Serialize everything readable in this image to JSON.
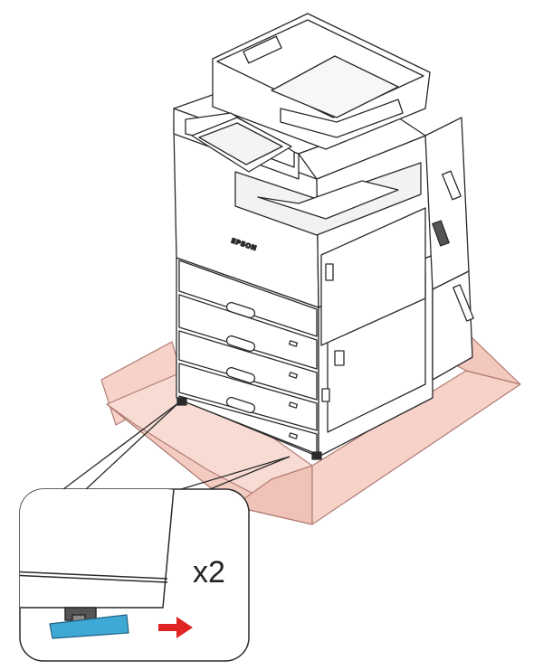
{
  "diagram": {
    "brand_text": "EPSON",
    "callout": {
      "count_label": "x2",
      "direction_arrow": "right-arrow",
      "arrow_color": "#e02424",
      "lock_color": "#3fa9d6"
    },
    "colors": {
      "box": "#f6d2c9",
      "box_edge": "#b07c73",
      "outline": "#2a2a2a",
      "body": "#ffffff",
      "panel": "#f2f2f2"
    }
  }
}
